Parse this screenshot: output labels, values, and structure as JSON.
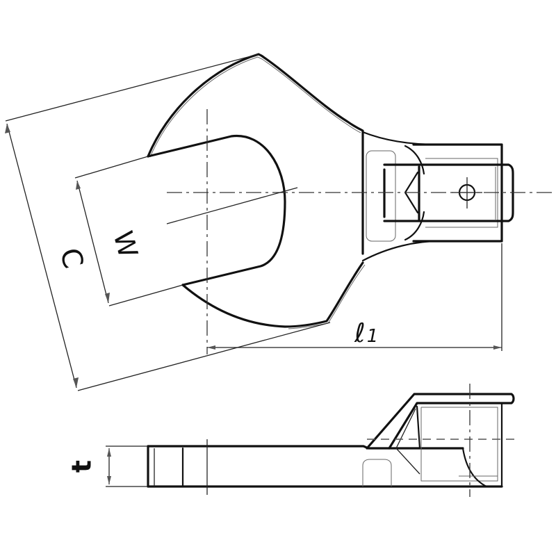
{
  "drawing": {
    "title": "Crowfoot spanner technical drawing",
    "views": [
      "top-view",
      "side-view"
    ],
    "labels": {
      "c": "C",
      "w": "W",
      "l1_main": "ℓ",
      "l1_sub": "1",
      "t": "t"
    },
    "colors": {
      "line": "#111111",
      "background": "#ffffff"
    }
  }
}
